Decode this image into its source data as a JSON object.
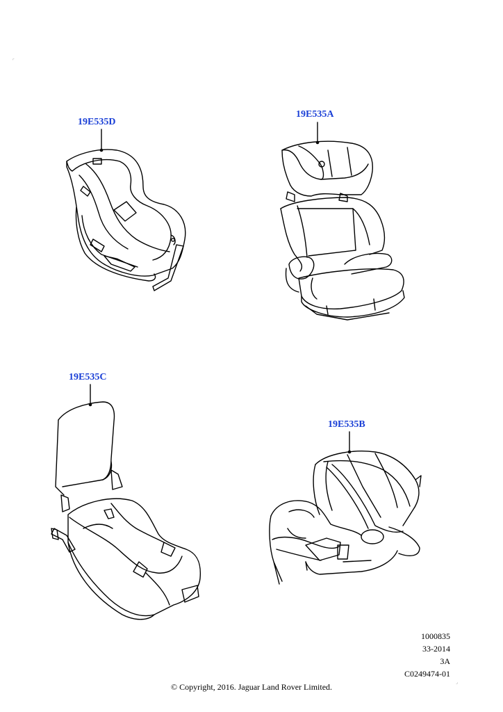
{
  "colors": {
    "callout_text": "#1a3fd6",
    "line_art": "#000000",
    "background": "#ffffff"
  },
  "callouts": [
    {
      "id": "seat-d",
      "label": "19E535D"
    },
    {
      "id": "seat-a",
      "label": "19E535A"
    },
    {
      "id": "seat-c",
      "label": "19E535C"
    },
    {
      "id": "seat-b",
      "label": "19E535B"
    }
  ],
  "reference": {
    "line1": "1000835",
    "line2": "33-2014",
    "line3": "3A",
    "line4": "C0249474-01"
  },
  "footer": {
    "copyright": "© Copyright, 2016. Jaguar Land Rover Limited."
  }
}
